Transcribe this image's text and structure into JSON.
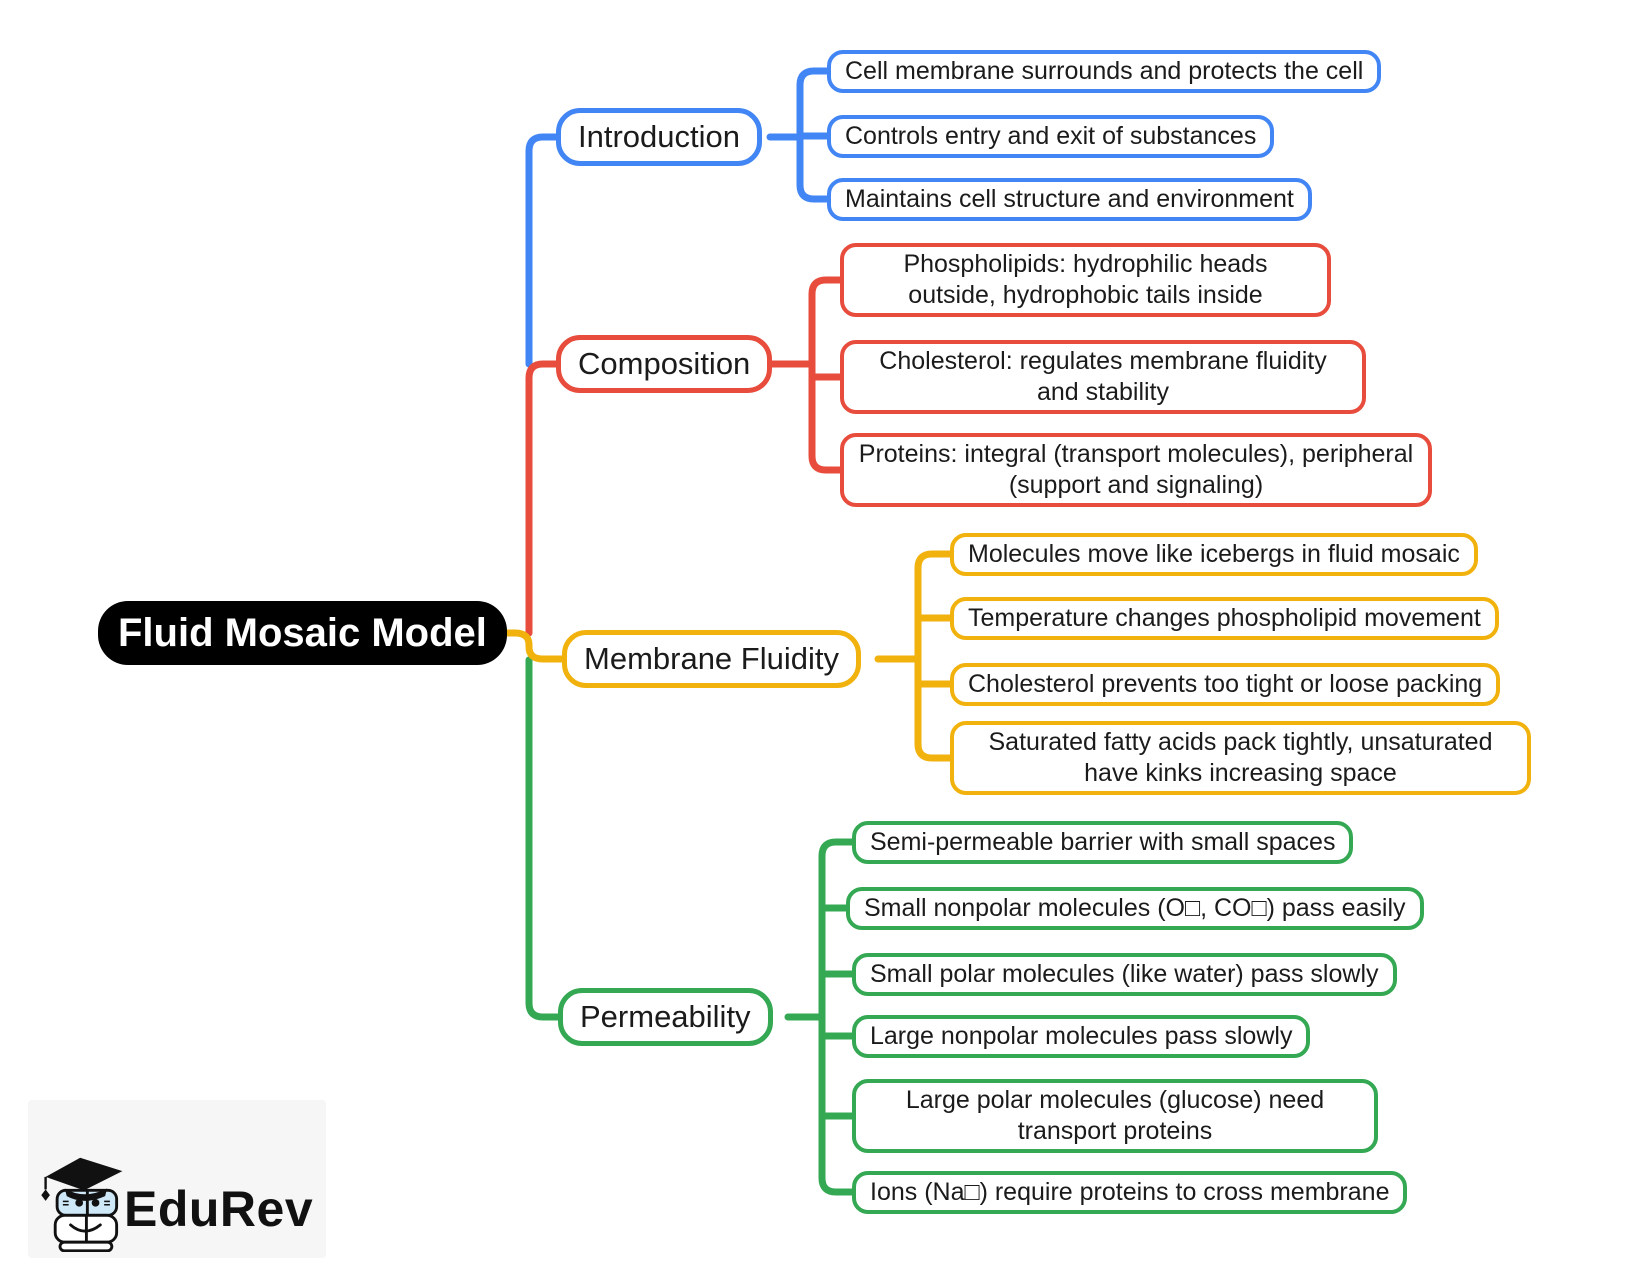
{
  "root": {
    "label": "Fluid Mosaic Model"
  },
  "colors": {
    "blue": "#4285F4",
    "red": "#E74C3C",
    "yellow": "#F2B20D",
    "green": "#34A853",
    "rootBg": "#000000",
    "rootText": "#FFFFFF",
    "text": "#1B1B1B",
    "logoBg": "#F6F6F6",
    "book": "#CFE8F8"
  },
  "branches": [
    {
      "label": "Introduction",
      "color": "blue",
      "leaves": [
        "Cell membrane surrounds and protects the cell",
        "Controls entry and exit of substances",
        "Maintains cell structure and environment"
      ]
    },
    {
      "label": "Composition",
      "color": "red",
      "leaves": [
        "Phospholipids: hydrophilic heads outside, hydrophobic tails inside",
        "Cholesterol: regulates membrane fluidity and stability",
        "Proteins: integral (transport molecules), peripheral (support and signaling)"
      ]
    },
    {
      "label": "Membrane Fluidity",
      "color": "yellow",
      "leaves": [
        "Molecules move like icebergs in fluid mosaic",
        "Temperature changes phospholipid movement",
        "Cholesterol prevents too tight or loose packing",
        "Saturated fatty acids pack tightly, unsaturated have kinks increasing space"
      ]
    },
    {
      "label": "Permeability",
      "color": "green",
      "leaves": [
        "Semi-permeable barrier with small spaces",
        "Small nonpolar molecules (O□, CO□) pass easily",
        "Small polar molecules (like water) pass slowly",
        "Large nonpolar molecules pass slowly",
        "Large polar molecules (glucose) need transport proteins",
        "Ions (Na□) require proteins to cross membrane"
      ]
    }
  ],
  "logo": {
    "brand": "EduRev",
    "icon": "edurev-mascot-graduation-cap-on-books"
  }
}
